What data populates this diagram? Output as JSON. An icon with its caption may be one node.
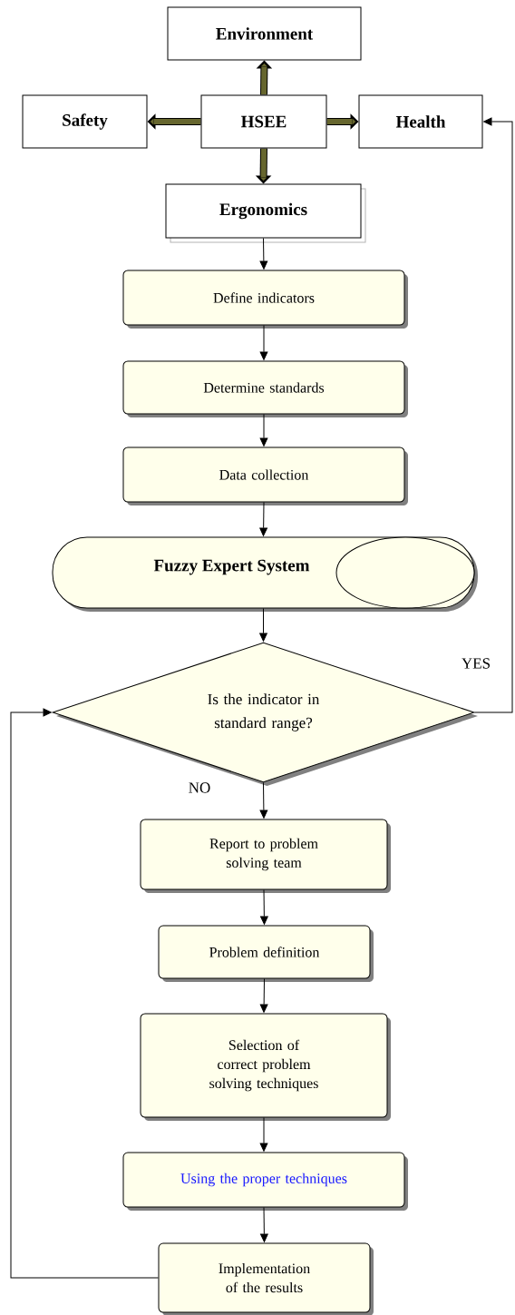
{
  "diagram": {
    "nodes": [
      {
        "text": [
          "Environment"
        ]
      },
      {
        "text": [
          "Safety"
        ]
      },
      {
        "text": [
          "HSEE"
        ]
      },
      {
        "text": [
          "Health"
        ]
      },
      {
        "text": [
          "Ergonomics"
        ]
      },
      {
        "text": [
          "Define indicators"
        ]
      },
      {
        "text": [
          "Determine standards"
        ]
      },
      {
        "text": [
          "Data collection"
        ]
      },
      {
        "text": [
          "Fuzzy Expert System"
        ]
      },
      {
        "text": [
          "Is the indicator in standard range?"
        ]
      },
      {
        "text": [
          "Report to problem solving team"
        ]
      },
      {
        "text": [
          "Problem definition"
        ]
      },
      {
        "text": [
          "Selection of correct problem solving techniques"
        ]
      },
      {
        "text": [
          "Using the proper techniques"
        ]
      },
      {
        "text": [
          "Implementation of the results"
        ]
      }
    ],
    "edges": [
      {
        "from": 2,
        "to": 0,
        "arrow": "to",
        "style": "thick",
        "color": "#66662e"
      },
      {
        "from": 2,
        "to": 1,
        "arrow": "to",
        "style": "thick",
        "color": "#66662e"
      },
      {
        "from": 2,
        "to": 3,
        "arrow": "to",
        "style": "thick",
        "color": "#66662e"
      },
      {
        "from": 2,
        "to": 4,
        "arrow": "to",
        "style": "thick",
        "color": "#66662e"
      },
      {
        "from": 4,
        "to": 5,
        "arrow": "to"
      },
      {
        "from": 5,
        "to": 6,
        "arrow": "to"
      },
      {
        "from": 6,
        "to": 7,
        "arrow": "to"
      },
      {
        "from": 7,
        "to": 8,
        "arrow": "to"
      },
      {
        "from": 8,
        "to": 9,
        "arrow": "to"
      },
      {
        "from": 9,
        "to": 3,
        "arrow": "to",
        "label": "YES"
      },
      {
        "from": 9,
        "to": 10,
        "arrow": "to",
        "label": "NO"
      },
      {
        "from": 10,
        "to": 11,
        "arrow": "to"
      },
      {
        "from": 11,
        "to": 12,
        "arrow": "to"
      },
      {
        "from": 12,
        "to": 13,
        "arrow": "to"
      },
      {
        "from": 13,
        "to": 14,
        "arrow": "to"
      },
      {
        "from": 14,
        "to": 9,
        "arrow": "to"
      }
    ]
  }
}
